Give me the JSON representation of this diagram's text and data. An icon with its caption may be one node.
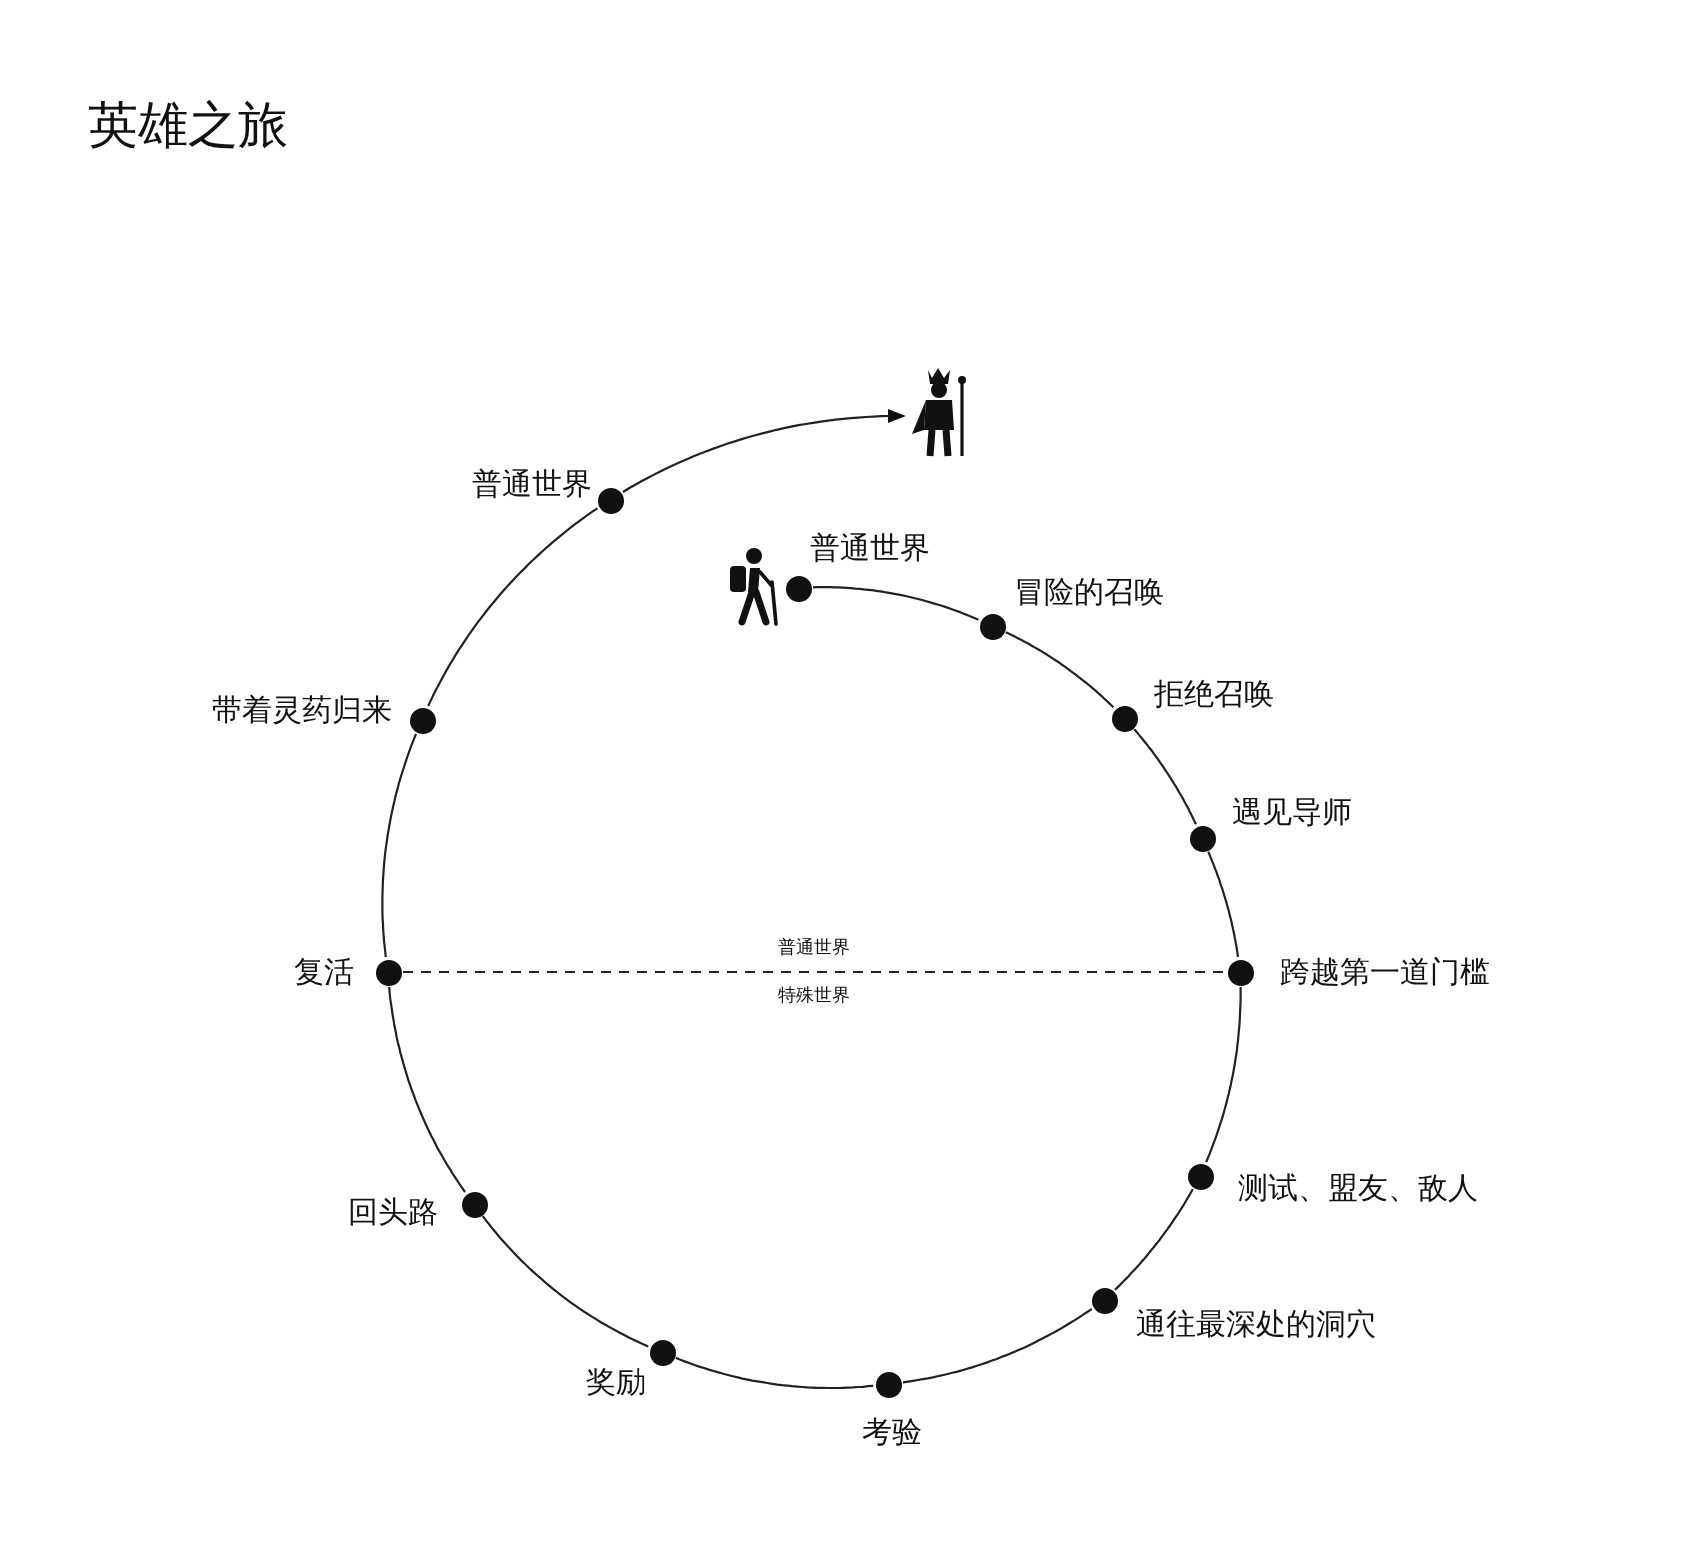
{
  "diagram": {
    "title": "英雄之旅",
    "nodes": [
      {
        "text": [],
        "shape": "circle",
        "beside": [
          "普通世界"
        ]
      },
      {
        "text": [],
        "shape": "circle",
        "beside": [
          "冒险的召唤"
        ]
      },
      {
        "text": [],
        "shape": "circle",
        "beside": [
          "拒绝召唤"
        ]
      },
      {
        "text": [],
        "shape": "circle",
        "beside": [
          "遇见导师"
        ]
      },
      {
        "text": [],
        "shape": "circle",
        "beside": [
          "跨越第一道门槛"
        ]
      },
      {
        "text": [],
        "shape": "circle",
        "beside": [
          "测试、盟友、敌人"
        ]
      },
      {
        "text": [],
        "shape": "circle",
        "beside": [
          "通往最深处的洞穴"
        ]
      },
      {
        "text": [],
        "shape": "circle",
        "beside": [
          "考验"
        ]
      },
      {
        "text": [],
        "shape": "circle",
        "beside": [
          "奖励"
        ]
      },
      {
        "text": [],
        "shape": "circle",
        "beside": [
          "回头路"
        ]
      },
      {
        "text": [],
        "shape": "circle",
        "beside": [
          "复活"
        ]
      },
      {
        "text": [],
        "shape": "circle",
        "beside": [
          "带着灵药归来"
        ]
      },
      {
        "text": [],
        "shape": "circle",
        "beside": [
          "普通世界"
        ]
      },
      {
        "text": [],
        "shape": "picture"
      }
    ],
    "edges": [
      {
        "from": 0,
        "to": 1,
        "arrow": "none"
      },
      {
        "from": 1,
        "to": 2,
        "arrow": "none"
      },
      {
        "from": 2,
        "to": 3,
        "arrow": "none"
      },
      {
        "from": 3,
        "to": 4,
        "arrow": "none"
      },
      {
        "from": 4,
        "to": 5,
        "arrow": "none"
      },
      {
        "from": 5,
        "to": 6,
        "arrow": "none"
      },
      {
        "from": 6,
        "to": 7,
        "arrow": "none"
      },
      {
        "from": 7,
        "to": 8,
        "arrow": "none"
      },
      {
        "from": 8,
        "to": 9,
        "arrow": "none"
      },
      {
        "from": 9,
        "to": 10,
        "arrow": "none"
      },
      {
        "from": 10,
        "to": 11,
        "arrow": "none"
      },
      {
        "from": 11,
        "to": 12,
        "arrow": "none"
      },
      {
        "from": 12,
        "to": 13,
        "arrow": "to"
      },
      {
        "from": 10,
        "to": 4,
        "arrow": "none",
        "style": "dashed"
      }
    ],
    "labels": [
      "普通世界",
      "特殊世界"
    ]
  }
}
